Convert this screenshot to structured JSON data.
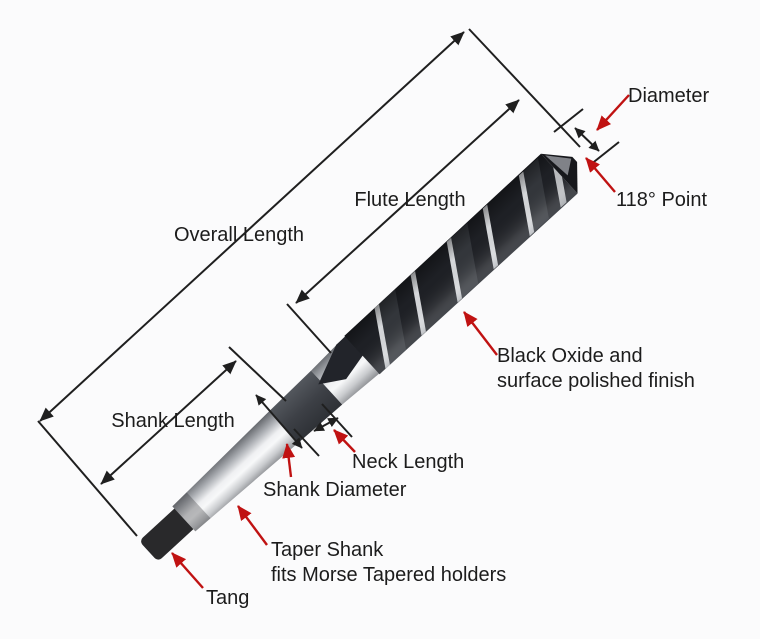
{
  "figure": {
    "type": "annotated-diagram",
    "subject": "Taper shank twist drill bit with dimension callouts",
    "background_color": "#fbfbfc",
    "colors": {
      "dimension_line": "#1f1f1f",
      "callout_arrow_red": "#c01212",
      "flute_black": "#1e2025",
      "neck_gray": "#3d4046",
      "shank_metal_highlight": "#f7f8f9",
      "tang_black": "#29292b"
    },
    "annotations": {
      "diameter": {
        "label": "Diameter"
      },
      "point_angle": {
        "label": "118° Point"
      },
      "flute_length": {
        "label": "Flute Length"
      },
      "overall_length": {
        "label": "Overall Length"
      },
      "surface_finish": {
        "label_line1": "Black Oxide and",
        "label_line2": "surface polished finish"
      },
      "shank_length": {
        "label": "Shank Length"
      },
      "neck_length": {
        "label": "Neck Length"
      },
      "shank_diameter": {
        "label": "Shank Diameter"
      },
      "taper_shank": {
        "label_line1": "Taper Shank",
        "label_line2": "fits Morse Tapered holders"
      },
      "tang": {
        "label": "Tang"
      }
    }
  }
}
